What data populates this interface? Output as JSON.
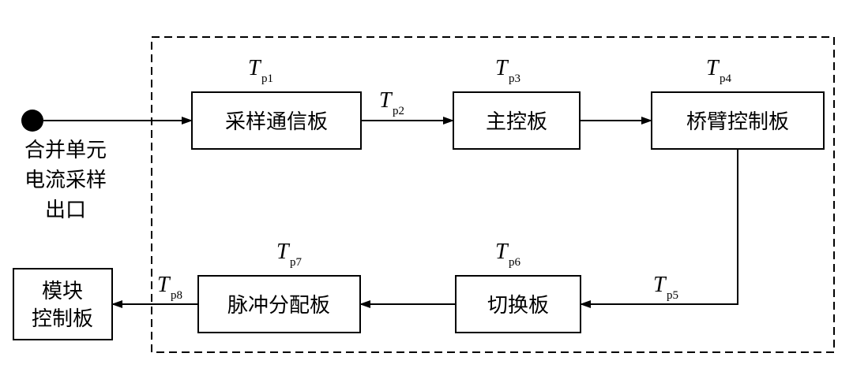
{
  "boxes": {
    "sampling": "采样通信板",
    "main": "主控板",
    "bridge": "桥臂控制板",
    "switch": "切换板",
    "pulse": "脉冲分配板",
    "module": [
      "模块",
      "控制板"
    ]
  },
  "source": {
    "lines": [
      "合并单元",
      "电流采样",
      "出口"
    ]
  },
  "delays": {
    "symbol": "T",
    "p1": "p1",
    "p2": "p2",
    "p3": "p3",
    "p4": "p4",
    "p5": "p5",
    "p6": "p6",
    "p7": "p7",
    "p8": "p8"
  }
}
